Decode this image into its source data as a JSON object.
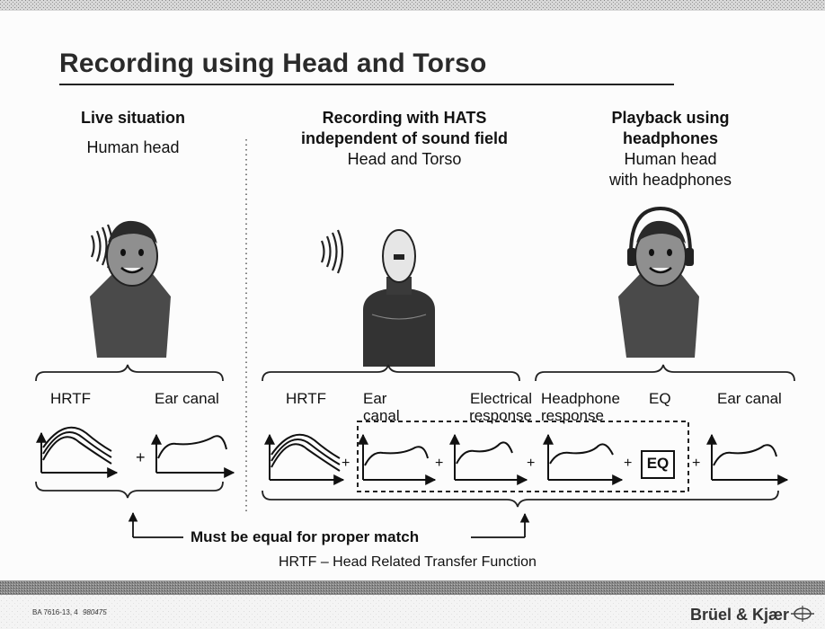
{
  "slide": {
    "title": "Recording using Head and Torso",
    "columns": [
      {
        "heading": "Live situation",
        "sub1": "Human head"
      },
      {
        "heading1": "Recording with HATS",
        "heading2": "independent of sound field",
        "sub1": "Head and Torso"
      },
      {
        "heading1": "Playback using",
        "heading2": "headphones",
        "sub1": "Human head",
        "sub2": "with headphones"
      }
    ],
    "labels": {
      "hrtf_left": "HRTF",
      "ear_canal_left": "Ear canal",
      "hrtf_mid": "HRTF",
      "ear_canal_mid_1": "Ear",
      "ear_canal_mid_2": "canal",
      "electrical_1": "Electrical",
      "electrical_2": "response",
      "headphone_1": "Headphone",
      "headphone_2": "response",
      "eq": "EQ",
      "ear_canal_right": "Ear canal",
      "eq_box": "EQ"
    },
    "must_text": "Must be equal for proper match",
    "footnote": "HRTF – Head Related Transfer Function",
    "doc_code": "BA 7616-13, 4",
    "doc_code_italic": "980475",
    "brand": "Brüel & Kjær"
  }
}
